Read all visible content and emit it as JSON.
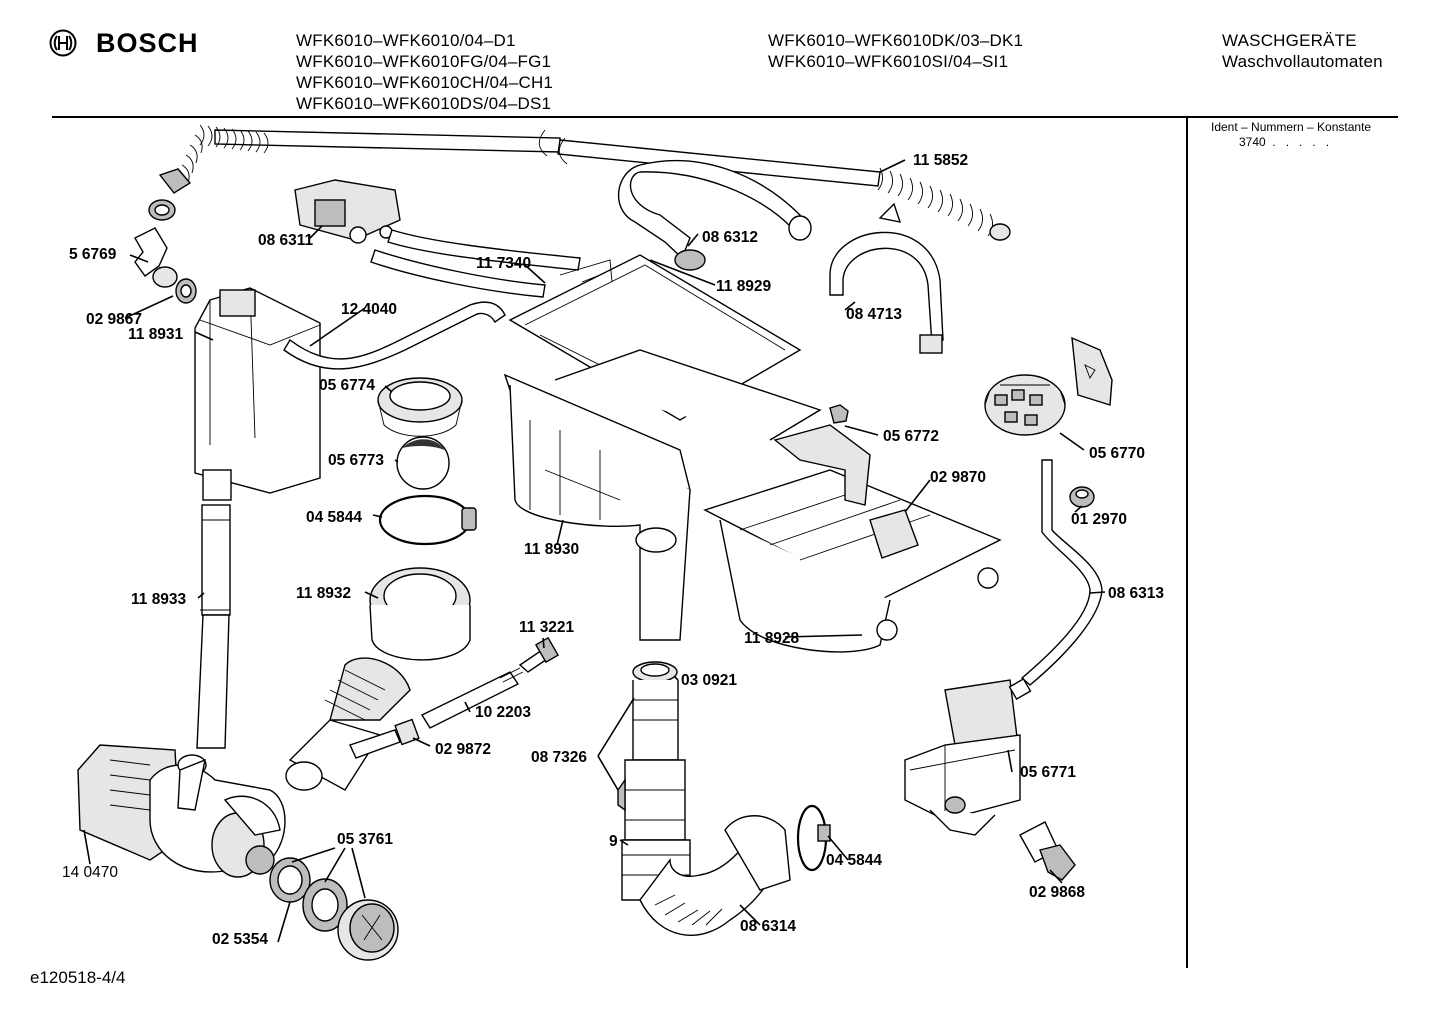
{
  "header": {
    "brand": "BOSCH",
    "models_left": [
      "WFK6010–WFK6010/04–D1",
      "WFK6010–WFK6010FG/04–FG1",
      "WFK6010–WFK6010CH/04–CH1",
      "WFK6010–WFK6010DS/04–DS1"
    ],
    "models_right": [
      "WFK6010–WFK6010DK/03–DK1",
      "WFK6010–WFK6010SI/04–SI1"
    ],
    "category": [
      "WASCHGERÄTE",
      "Waschvollautomaten"
    ]
  },
  "ident_box": {
    "title": "Ident – Nummern – Konstante",
    "value": "3740  .   .   .   .   ."
  },
  "footer": {
    "code": "e120518-4/4"
  },
  "part_labels": [
    {
      "id": "11 5852"
    },
    {
      "id": "5 6769"
    },
    {
      "id": "08 6311"
    },
    {
      "id": "08 6312"
    },
    {
      "id": "11 7340"
    },
    {
      "id": "02 9867"
    },
    {
      "id": "12 4040"
    },
    {
      "id": "11 8929"
    },
    {
      "id": "08 4713"
    },
    {
      "id": "11 8931"
    },
    {
      "id": "05 6774"
    },
    {
      "id": "05 6772"
    },
    {
      "id": "05 6773"
    },
    {
      "id": "05 6770"
    },
    {
      "id": "02 9870"
    },
    {
      "id": "04 5844"
    },
    {
      "id": "01 2970"
    },
    {
      "id": "11 8930"
    },
    {
      "id": "11 8933"
    },
    {
      "id": "11 8932"
    },
    {
      "id": "08 6313"
    },
    {
      "id": "11 3221"
    },
    {
      "id": "11 8928"
    },
    {
      "id": "03 0921"
    },
    {
      "id": "10 2203"
    },
    {
      "id": "02 9872"
    },
    {
      "id": "08 7326"
    },
    {
      "id": "05 6771"
    },
    {
      "id": "05 3761"
    },
    {
      "id": "9"
    },
    {
      "id": "04 5844"
    },
    {
      "id": "14 0470"
    },
    {
      "id": "02 9868"
    },
    {
      "id": "02 5354"
    },
    {
      "id": "08 6314"
    }
  ]
}
